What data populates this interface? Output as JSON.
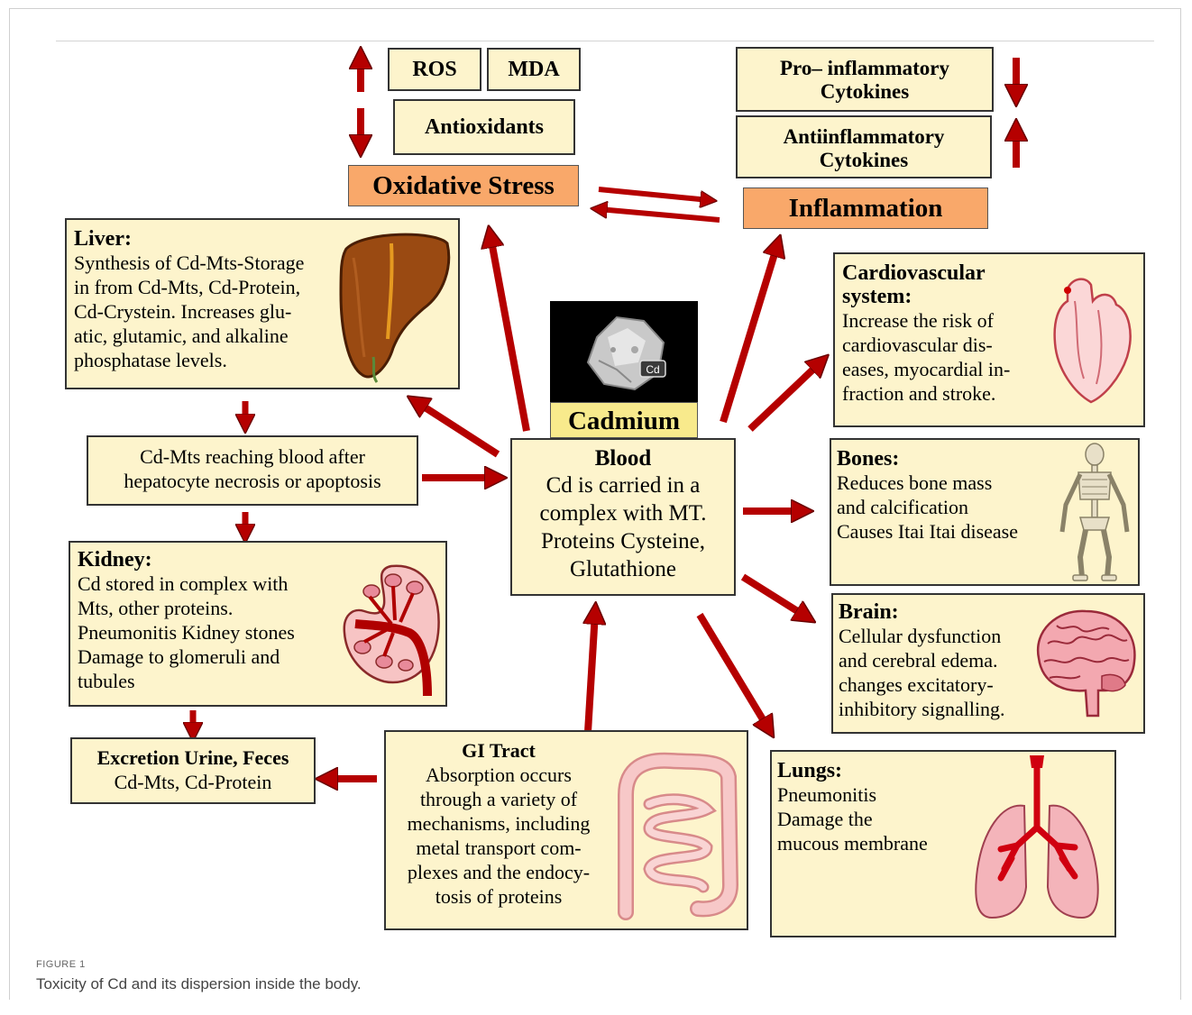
{
  "top": {
    "ros": "ROS",
    "mda": "MDA",
    "antioxidants": "Antioxidants",
    "oxidative_stress": "Oxidative Stress",
    "pro_inflammatory": [
      "Pro– inflammatory",
      "Cytokines"
    ],
    "anti_inflammatory": [
      "Antiinflammatory",
      "Cytokines"
    ],
    "inflammation": "Inflammation"
  },
  "liver": {
    "title": "Liver:",
    "lines": [
      "Synthesis of Cd-Mts-Storage",
      "in from Cd-Mts, Cd-Protein,",
      "Cd-Crystein. Increases glu-",
      "atic, glutamic, and alkaline",
      "phosphatase levels."
    ]
  },
  "cd_mts": {
    "lines": [
      "Cd-Mts reaching blood after",
      "hepatocyte necrosis or apoptosis"
    ]
  },
  "kidney": {
    "title": "Kidney:",
    "lines": [
      "Cd stored in complex with",
      "Mts, other proteins.",
      "Pneumonitis Kidney stones",
      "Damage to glomeruli and",
      "tubules"
    ]
  },
  "excretion": {
    "title": "Excretion Urine, Feces",
    "line": "Cd-Mts, Cd-Protein"
  },
  "gi": {
    "title": "GI Tract",
    "lines": [
      "Absorption occurs",
      "through a variety of",
      "mechanisms, including",
      "metal transport com-",
      "plexes and the endocy-",
      "tosis of proteins"
    ]
  },
  "cadmium": {
    "label": "Cadmium",
    "symbol": "Cd"
  },
  "blood": {
    "title": "Blood",
    "lines": [
      "Cd is carried in a",
      "complex with MT.",
      "Proteins Cysteine,",
      "Glutathione"
    ]
  },
  "cardio": {
    "title": [
      "Cardiovascular",
      "system:"
    ],
    "lines": [
      "Increase the risk of",
      "cardiovascular dis-",
      "eases, myocardial in-",
      "fraction and stroke."
    ]
  },
  "bones": {
    "title": "Bones:",
    "lines": [
      "Reduces bone mass",
      "and calcification",
      "Causes Itai Itai disease"
    ]
  },
  "brain": {
    "title": "Brain:",
    "lines": [
      "Cellular dysfunction",
      "and cerebral edema.",
      "changes excitatory-",
      "inhibitory signalling."
    ]
  },
  "lungs": {
    "title": "Lungs:",
    "lines": [
      "Pneumonitis",
      "Damage the",
      "mucous membrane"
    ]
  },
  "caption": {
    "label": "FIGURE 1",
    "text": "Toxicity of Cd and its dispersion inside the body."
  },
  "colors": {
    "arrow": "#b50000",
    "box": "#fdf4cc",
    "highlight": "#f9a86a",
    "cadmium_box": "#f8ea8c"
  }
}
